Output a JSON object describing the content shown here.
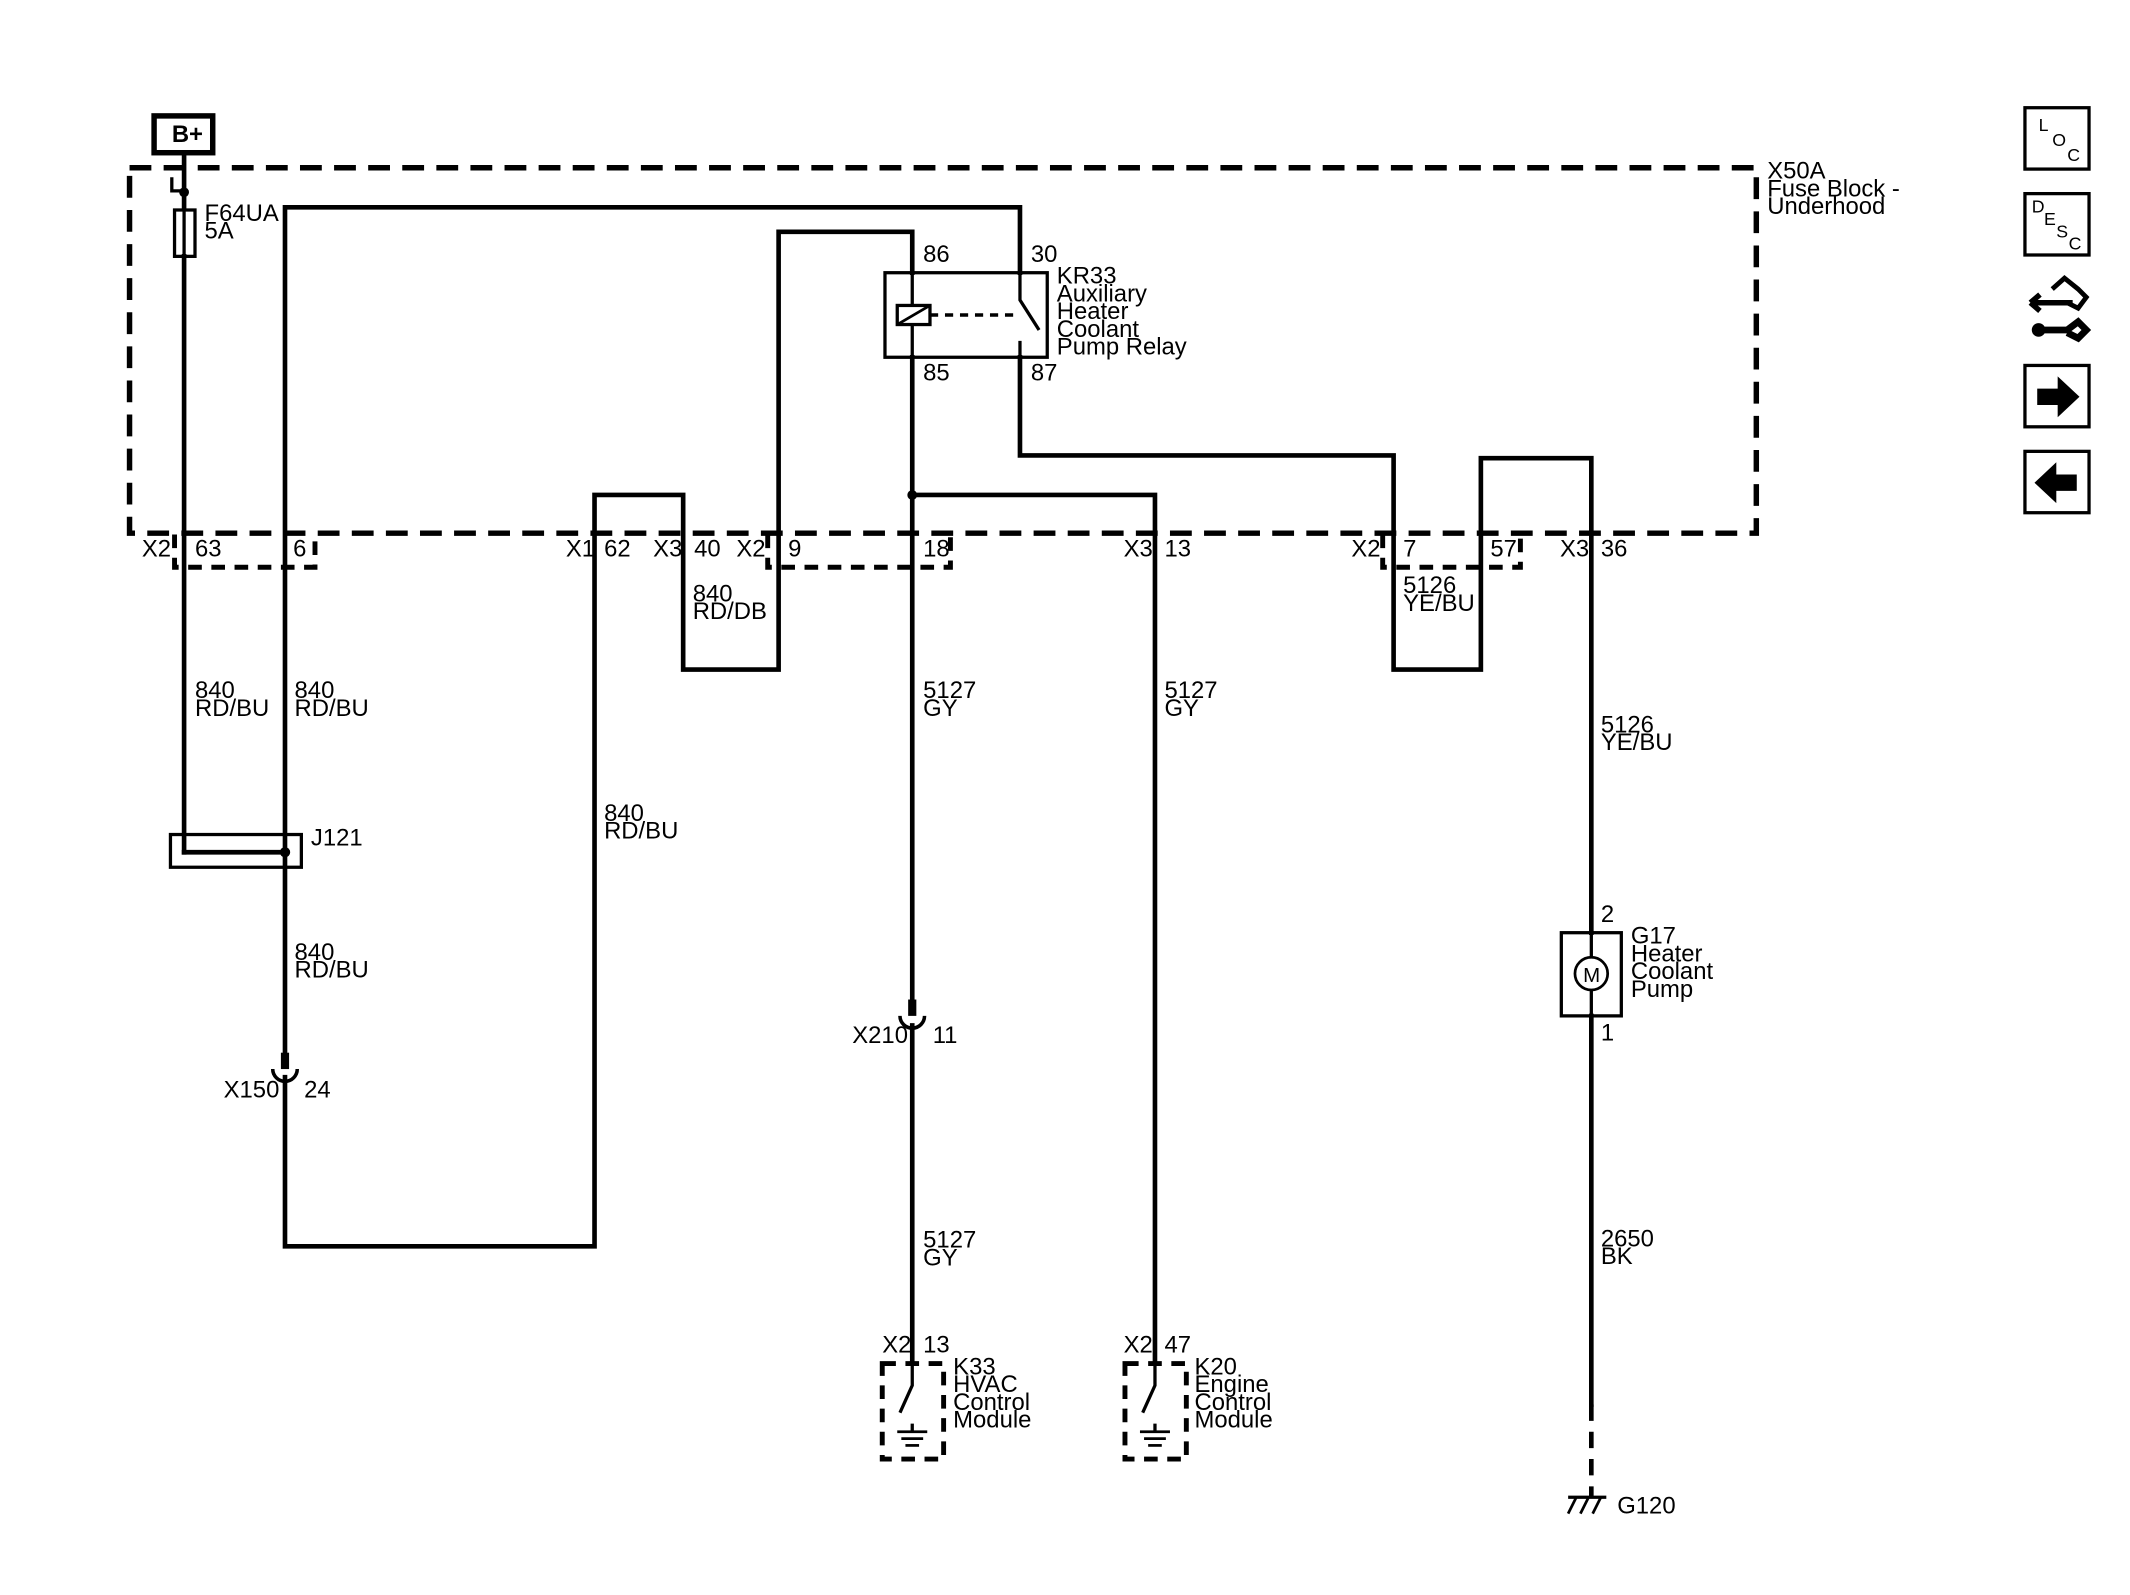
{
  "battery": {
    "label": "B+"
  },
  "fuse_block": {
    "id": "X50A",
    "name_line1": "Fuse Block -",
    "name_line2": "Underhood"
  },
  "fuse": {
    "id": "F64UA",
    "rating": "5A"
  },
  "relay": {
    "id": "KR33",
    "name_lines": [
      "Auxiliary",
      "Heater",
      "Coolant",
      "Pump Relay"
    ],
    "pins": {
      "p86": "86",
      "p30": "30",
      "p85": "85",
      "p87": "87"
    }
  },
  "connectors": {
    "c1": {
      "conn": "X2",
      "pin": "63"
    },
    "c2": {
      "pin": "6"
    },
    "c3": {
      "conn": "X1",
      "pin": "62"
    },
    "c4": {
      "conn": "X3",
      "pin": "40"
    },
    "c5": {
      "conn": "X2",
      "pin": "9"
    },
    "c6": {
      "pin": "18"
    },
    "c7": {
      "conn": "X3",
      "pin": "13"
    },
    "c8": {
      "conn": "X2",
      "pin": "7"
    },
    "c9": {
      "pin": "57"
    },
    "c10": {
      "conn": "X3",
      "pin": "36"
    }
  },
  "wires": {
    "w1": {
      "circuit": "840",
      "color": "RD/BU"
    },
    "w2": {
      "circuit": "840",
      "color": "RD/BU"
    },
    "w3": {
      "circuit": "840",
      "color": "RD/DB"
    },
    "w4": {
      "circuit": "840",
      "color": "RD/BU"
    },
    "w5": {
      "circuit": "840",
      "color": "RD/BU"
    },
    "w6": {
      "circuit": "5127",
      "color": "GY"
    },
    "w7": {
      "circuit": "5127",
      "color": "GY"
    },
    "w8": {
      "circuit": "5127",
      "color": "GY"
    },
    "w9": {
      "circuit": "5126",
      "color": "YE/BU"
    },
    "w10": {
      "circuit": "5126",
      "color": "YE/BU"
    },
    "w11": {
      "circuit": "2650",
      "color": "BK"
    }
  },
  "splice": {
    "id": "J121"
  },
  "inline_connectors": {
    "x150": {
      "id": "X150",
      "pin": "24"
    },
    "x210": {
      "id": "X210",
      "pin": "11"
    }
  },
  "pump": {
    "id": "G17",
    "name_lines": [
      "Heater",
      "Coolant",
      "Pump"
    ],
    "pin_top": "2",
    "pin_bottom": "1",
    "motor_symbol": "M"
  },
  "hvac_module": {
    "conn": "X2",
    "pin": "13",
    "id": "K33",
    "name_lines": [
      "HVAC",
      "Control",
      "Module"
    ]
  },
  "engine_module": {
    "conn": "X2",
    "pin": "47",
    "id": "K20",
    "name_lines": [
      "Engine",
      "Control",
      "Module"
    ]
  },
  "ground": {
    "id": "G120"
  },
  "nav_buttons": {
    "loc": {
      "letters": [
        "L",
        "O",
        "C"
      ],
      "icon": "loc-icon"
    },
    "desc": {
      "letters": [
        "D",
        "E",
        "S",
        "C"
      ],
      "icon": "desc-icon"
    },
    "connector_view": {
      "icon": "connector-repair-icon"
    },
    "next": {
      "icon": "arrow-right-icon"
    },
    "previous": {
      "icon": "arrow-left-icon"
    }
  }
}
